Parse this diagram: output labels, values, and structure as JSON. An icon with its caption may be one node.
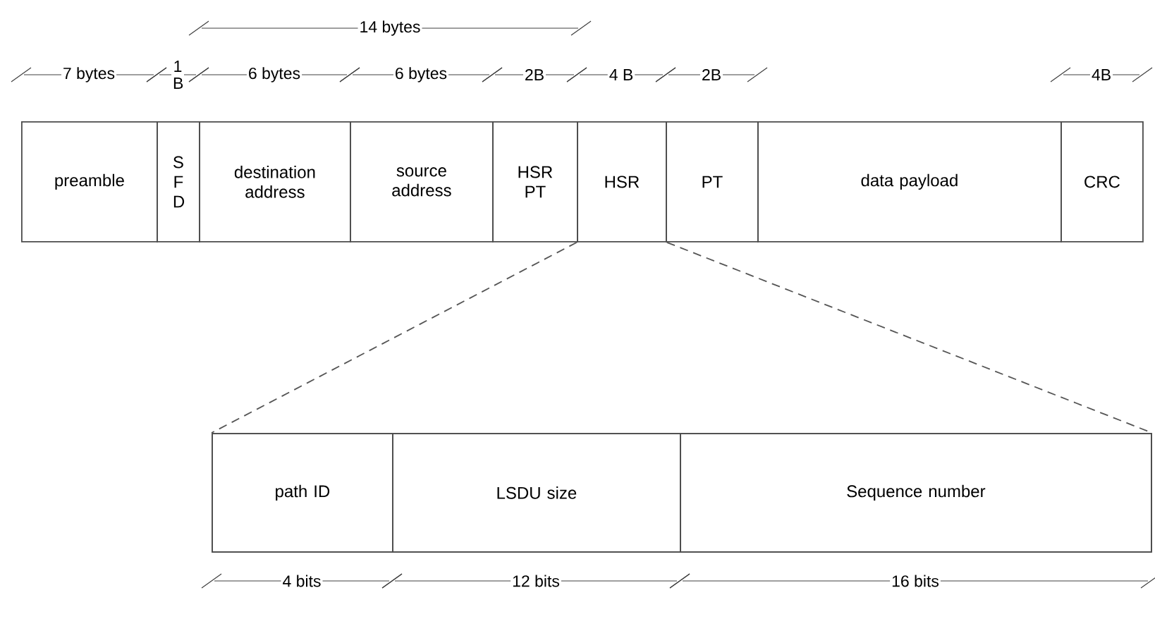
{
  "diagram": {
    "nodes": [
      {
        "text": [
          "preamble"
        ]
      },
      {
        "text": [
          "S F D"
        ]
      },
      {
        "text": [
          "destination address"
        ]
      },
      {
        "text": [
          "source address"
        ]
      },
      {
        "text": [
          "HSR PT"
        ]
      },
      {
        "text": [
          "HSR"
        ]
      },
      {
        "text": [
          "PT"
        ]
      },
      {
        "text": [
          "data payload"
        ]
      },
      {
        "text": [
          "CRC"
        ]
      },
      {
        "text": [],
        "shape": "box"
      },
      {
        "text": [
          "path ID"
        ],
        "in": 9
      },
      {
        "text": [
          "LSDU size"
        ],
        "in": 9
      },
      {
        "text": [
          "Sequence number"
        ],
        "in": 9
      }
    ],
    "edges": [
      {
        "from": 5,
        "to": 9,
        "arrow": "none",
        "style": "dashed"
      },
      {
        "from": 5,
        "to": 9,
        "arrow": "none",
        "style": "dashed"
      }
    ],
    "labels": [
      "14 bytes",
      "7 bytes",
      "1 B",
      "6 bytes",
      "6 bytes",
      "2B",
      "4 B",
      "2B",
      "4B",
      "4 bits",
      "12 bits",
      "16 bits"
    ]
  }
}
